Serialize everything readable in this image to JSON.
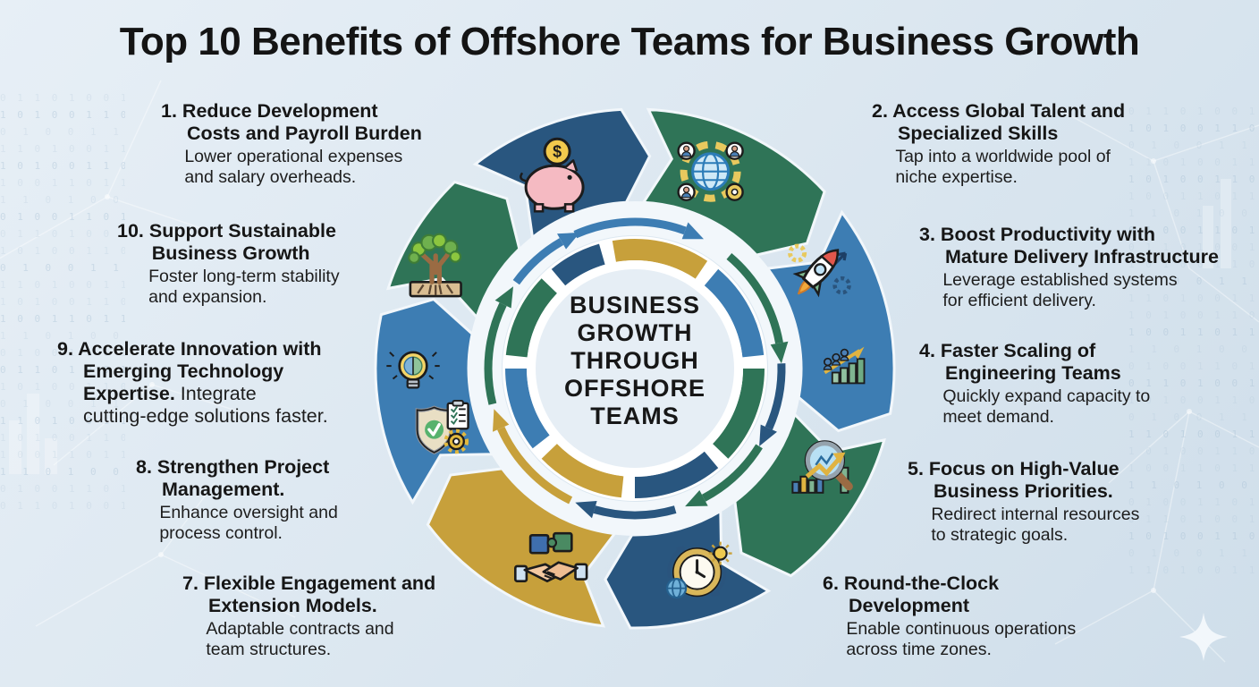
{
  "title": "Top 10 Benefits of Offshore Teams for Business Growth",
  "center": {
    "label": "BUSINESS\nGROWTH\nTHROUGH\nOFFSHORE\nTEAMS"
  },
  "colors": {
    "dark_blue": "#29567f",
    "green": "#2f7457",
    "blue": "#3d7db3",
    "gold": "#c7a03b",
    "background": "#dde8f1",
    "text": "#141414"
  },
  "items": [
    {
      "number": "1.",
      "title": "Reduce Development\nCosts and Payroll Burden",
      "description": "Lower operational expenses\nand salary overheads.",
      "icon": "piggy-bank-icon"
    },
    {
      "number": "2.",
      "title": "Access Global Talent and\nSpecialized Skills",
      "description": "Tap into a worldwide pool of\nniche expertise.",
      "icon": "global-talent-icon"
    },
    {
      "number": "3.",
      "title": "Boost Productivity with\nMature Delivery Infrastructure",
      "description": "Leverage established systems\nfor efficient delivery.",
      "icon": "rocket-icon"
    },
    {
      "number": "4.",
      "title": "Faster Scaling of\nEngineering Teams",
      "description": "Quickly expand capacity to\nmeet demand.",
      "icon": "team-scaling-icon"
    },
    {
      "number": "5.",
      "title": "Focus on High-Value\nBusiness Priorities.",
      "description": "Redirect internal resources\nto strategic goals.",
      "icon": "market-analysis-icon"
    },
    {
      "number": "6.",
      "title": "Round-the-Clock\nDevelopment",
      "description": "Enable continuous operations\nacross time zones.",
      "icon": "clock-icon"
    },
    {
      "number": "7.",
      "title": "Flexible Engagement and\nExtension Models.",
      "description": "Adaptable contracts and\nteam structures.",
      "icon": "handshake-icon"
    },
    {
      "number": "8.",
      "title": "Strengthen Project\nManagement.",
      "description": "Enhance oversight and\nprocess control.",
      "icon": "shield-check-icon"
    },
    {
      "number": "9.",
      "title": "Accelerate Innovation with\nEmerging Technology\nExpertise.",
      "description": "Integrate\ncutting-edge solutions faster.",
      "icon": "idea-bulb-icon",
      "inline_description": true
    },
    {
      "number": "10.",
      "title": "Support Sustainable\nBusiness Growth",
      "description": "Foster long-term stability\nand expansion.",
      "icon": "growth-tree-icon"
    }
  ],
  "wheel": {
    "segments": [
      {
        "color": "dark_blue",
        "icons": [
          "piggy-bank-icon"
        ],
        "benefits": [
          "1"
        ]
      },
      {
        "color": "green",
        "icons": [
          "global-talent-icon"
        ],
        "benefits": [
          "2"
        ]
      },
      {
        "color": "blue",
        "icons": [
          "rocket-icon",
          "team-scaling-icon"
        ],
        "benefits": [
          "3",
          "4"
        ]
      },
      {
        "color": "green",
        "icons": [
          "market-analysis-icon"
        ],
        "benefits": [
          "5"
        ]
      },
      {
        "color": "dark_blue",
        "icons": [
          "clock-icon"
        ],
        "benefits": [
          "6"
        ]
      },
      {
        "color": "gold",
        "icons": [
          "handshake-icon"
        ],
        "benefits": [
          "7"
        ]
      },
      {
        "color": "blue",
        "icons": [
          "shield-check-icon",
          "idea-bulb-icon"
        ],
        "benefits": [
          "8",
          "9"
        ]
      },
      {
        "color": "green",
        "icons": [
          "growth-tree-icon"
        ],
        "benefits": [
          "10"
        ]
      }
    ]
  },
  "decor": {
    "binary_glyphs": "0 1 1 0 1 0 0 1 1 0 1 1 0 0 1 0 1 0 1 1"
  }
}
